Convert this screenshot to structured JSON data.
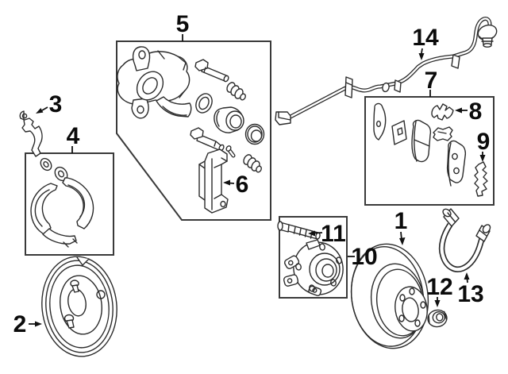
{
  "colors": {
    "background": "#ffffff",
    "line": "#2b2b2b",
    "label": "#0b0b0b"
  },
  "callouts": [
    {
      "num": "1",
      "name": "brake-rotor"
    },
    {
      "num": "2",
      "name": "splash-shield"
    },
    {
      "num": "3",
      "name": "parking-brake-lever"
    },
    {
      "num": "4",
      "name": "parking-brake-shoe-kit"
    },
    {
      "num": "5",
      "name": "caliper-repair-kit"
    },
    {
      "num": "6",
      "name": "caliper-mount-bracket"
    },
    {
      "num": "7",
      "name": "brake-pad-kit"
    },
    {
      "num": "8",
      "name": "pad-retainer-clip"
    },
    {
      "num": "9",
      "name": "wear-indicator"
    },
    {
      "num": "10",
      "name": "hub-assembly-kit"
    },
    {
      "num": "11",
      "name": "wheel-stud"
    },
    {
      "num": "12",
      "name": "hub-nut"
    },
    {
      "num": "13",
      "name": "brake-hose"
    },
    {
      "num": "14",
      "name": "abs-sensor-wire"
    }
  ]
}
